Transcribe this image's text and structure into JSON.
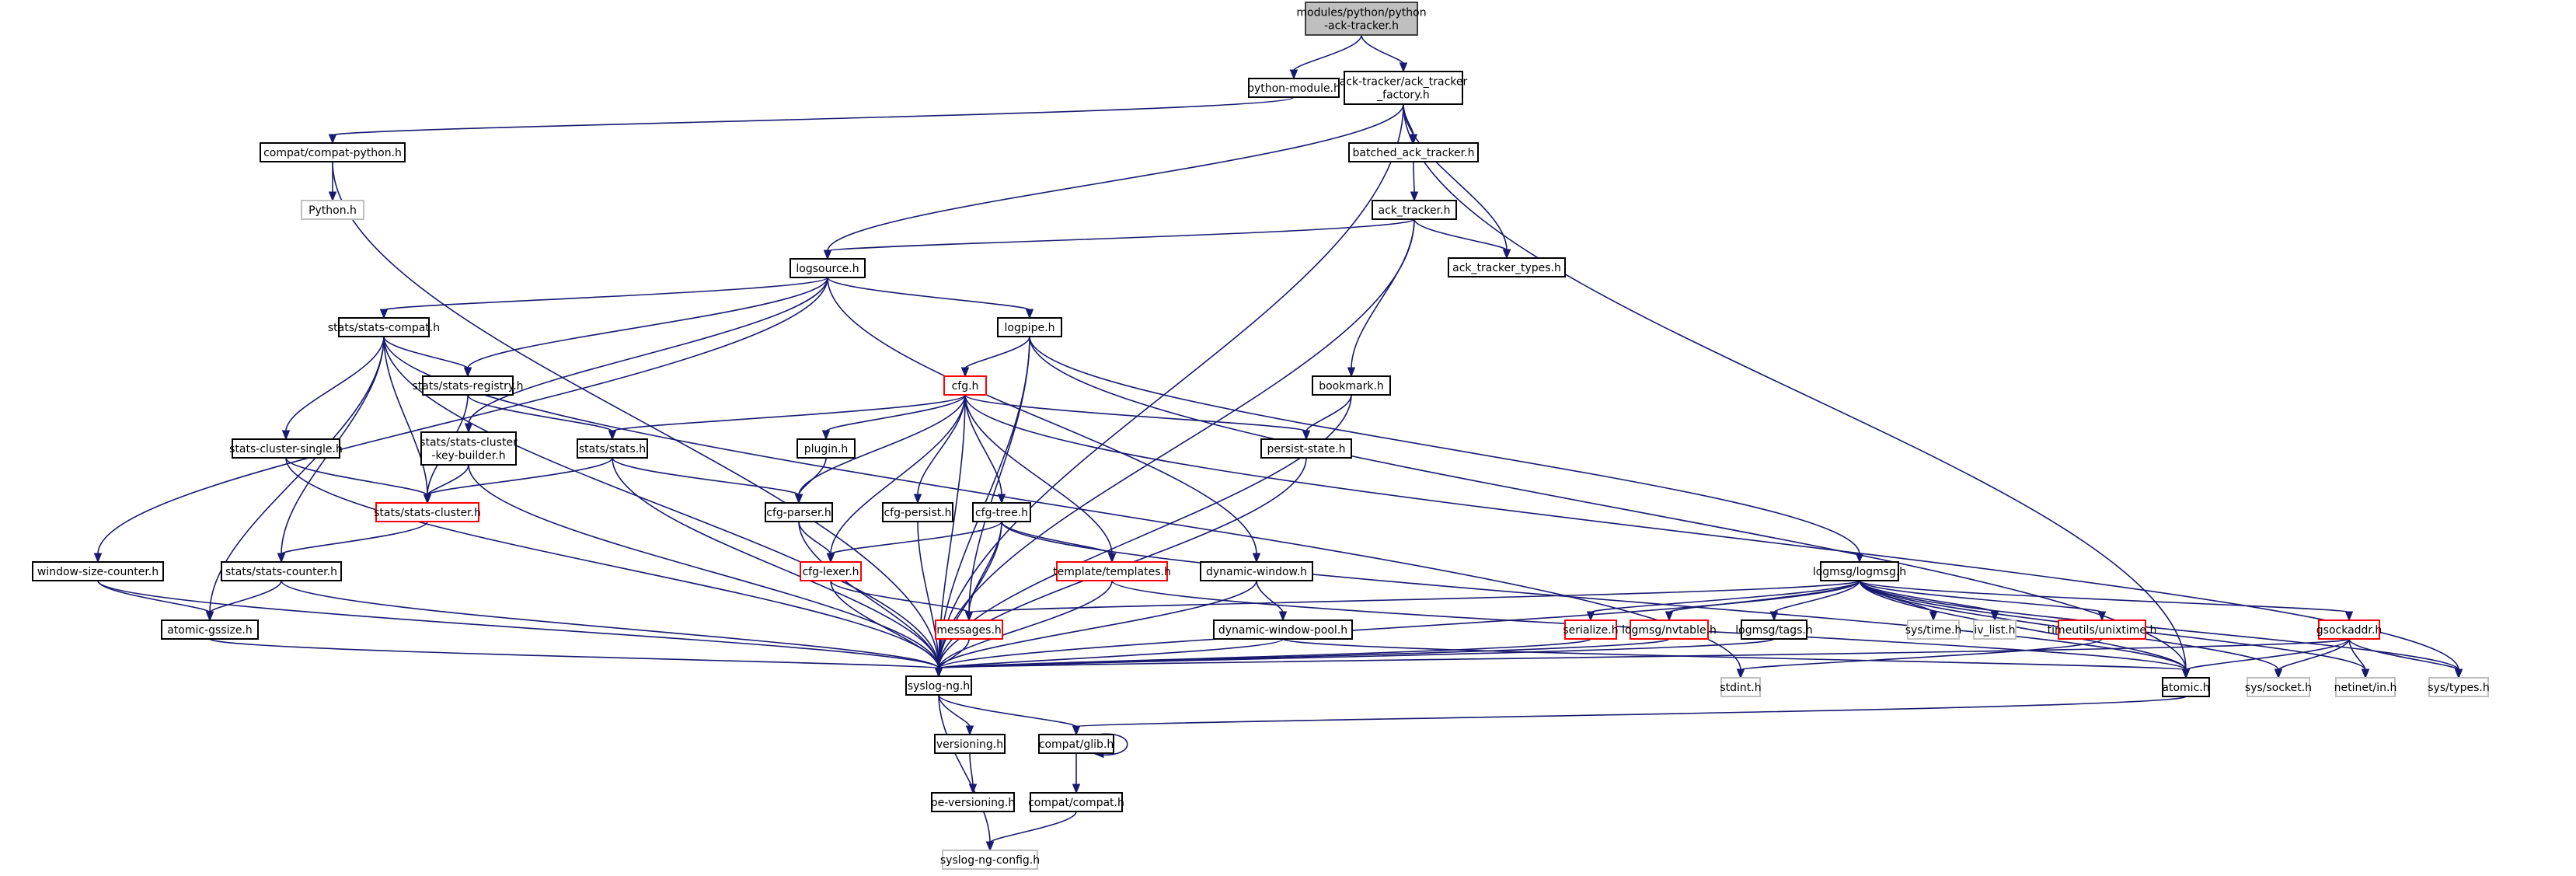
{
  "title": "Include dependency graph for modules/python/python-ack-tracker.h",
  "colors": {
    "edge": "#191970",
    "root_fill": "#bfbfbf",
    "normal_border": "#000000",
    "truncated_border": "#ff0000",
    "external_border": "#bfbfbf",
    "external_text": "#000000"
  },
  "nodes": [
    {
      "id": "root",
      "label": [
        "modules/python/python",
        "-ack-tracker.h"
      ],
      "kind": "root"
    },
    {
      "id": "python_module",
      "label": [
        "python-module.h"
      ],
      "kind": "normal"
    },
    {
      "id": "ack_factory",
      "label": [
        "ack-tracker/ack_tracker",
        "_factory.h"
      ],
      "kind": "normal"
    },
    {
      "id": "compat_python",
      "label": [
        "compat/compat-python.h"
      ],
      "kind": "normal"
    },
    {
      "id": "python_h",
      "label": [
        "Python.h"
      ],
      "kind": "external"
    },
    {
      "id": "batched",
      "label": [
        "batched_ack_tracker.h"
      ],
      "kind": "normal"
    },
    {
      "id": "ack_tracker",
      "label": [
        "ack_tracker.h"
      ],
      "kind": "normal"
    },
    {
      "id": "ack_types",
      "label": [
        "ack_tracker_types.h"
      ],
      "kind": "normal"
    },
    {
      "id": "logsource",
      "label": [
        "logsource.h"
      ],
      "kind": "normal"
    },
    {
      "id": "stats_compat",
      "label": [
        "stats/stats-compat.h"
      ],
      "kind": "normal"
    },
    {
      "id": "logpipe",
      "label": [
        "logpipe.h"
      ],
      "kind": "normal"
    },
    {
      "id": "stats_registry",
      "label": [
        "stats/stats-registry.h"
      ],
      "kind": "normal"
    },
    {
      "id": "cfg",
      "label": [
        "cfg.h"
      ],
      "kind": "truncated"
    },
    {
      "id": "bookmark",
      "label": [
        "bookmark.h"
      ],
      "kind": "normal"
    },
    {
      "id": "stats_cluster_single",
      "label": [
        "stats-cluster-single.h"
      ],
      "kind": "normal"
    },
    {
      "id": "stats_ckb",
      "label": [
        "stats/stats-cluster",
        "-key-builder.h"
      ],
      "kind": "normal"
    },
    {
      "id": "stats_stats",
      "label": [
        "stats/stats.h"
      ],
      "kind": "normal"
    },
    {
      "id": "plugin",
      "label": [
        "plugin.h"
      ],
      "kind": "normal"
    },
    {
      "id": "persist_state",
      "label": [
        "persist-state.h"
      ],
      "kind": "normal"
    },
    {
      "id": "stats_cluster",
      "label": [
        "stats/stats-cluster.h"
      ],
      "kind": "truncated"
    },
    {
      "id": "cfg_parser",
      "label": [
        "cfg-parser.h"
      ],
      "kind": "normal"
    },
    {
      "id": "cfg_persist",
      "label": [
        "cfg-persist.h"
      ],
      "kind": "normal"
    },
    {
      "id": "cfg_tree",
      "label": [
        "cfg-tree.h"
      ],
      "kind": "normal"
    },
    {
      "id": "window_size_counter",
      "label": [
        "window-size-counter.h"
      ],
      "kind": "normal"
    },
    {
      "id": "stats_counter",
      "label": [
        "stats/stats-counter.h"
      ],
      "kind": "normal"
    },
    {
      "id": "cfg_lexer",
      "label": [
        "cfg-lexer.h"
      ],
      "kind": "truncated"
    },
    {
      "id": "templates",
      "label": [
        "template/templates.h"
      ],
      "kind": "truncated"
    },
    {
      "id": "dynamic_window",
      "label": [
        "dynamic-window.h"
      ],
      "kind": "normal"
    },
    {
      "id": "logmsg",
      "label": [
        "logmsg/logmsg.h"
      ],
      "kind": "normal"
    },
    {
      "id": "atomic_gssize",
      "label": [
        "atomic-gssize.h"
      ],
      "kind": "normal"
    },
    {
      "id": "messages",
      "label": [
        "messages.h"
      ],
      "kind": "truncated"
    },
    {
      "id": "dwpool",
      "label": [
        "dynamic-window-pool.h"
      ],
      "kind": "normal"
    },
    {
      "id": "serialize",
      "label": [
        "serialize.h"
      ],
      "kind": "truncated"
    },
    {
      "id": "nvtable",
      "label": [
        "logmsg/nvtable.h"
      ],
      "kind": "truncated"
    },
    {
      "id": "tags",
      "label": [
        "logmsg/tags.h"
      ],
      "kind": "normal"
    },
    {
      "id": "sys_time",
      "label": [
        "sys/time.h"
      ],
      "kind": "external"
    },
    {
      "id": "iv_list",
      "label": [
        "iv_list.h"
      ],
      "kind": "external"
    },
    {
      "id": "unixtime",
      "label": [
        "timeutils/unixtime.h"
      ],
      "kind": "truncated"
    },
    {
      "id": "gsockaddr",
      "label": [
        "gsockaddr.h"
      ],
      "kind": "truncated"
    },
    {
      "id": "syslog_ng",
      "label": [
        "syslog-ng.h"
      ],
      "kind": "normal"
    },
    {
      "id": "stdint",
      "label": [
        "stdint.h"
      ],
      "kind": "external"
    },
    {
      "id": "atomic",
      "label": [
        "atomic.h"
      ],
      "kind": "normal"
    },
    {
      "id": "sys_socket",
      "label": [
        "sys/socket.h"
      ],
      "kind": "external"
    },
    {
      "id": "netinet_in",
      "label": [
        "netinet/in.h"
      ],
      "kind": "external"
    },
    {
      "id": "sys_types",
      "label": [
        "sys/types.h"
      ],
      "kind": "external"
    },
    {
      "id": "versioning",
      "label": [
        "versioning.h"
      ],
      "kind": "normal"
    },
    {
      "id": "compat_glib",
      "label": [
        "compat/glib.h"
      ],
      "kind": "normal"
    },
    {
      "id": "pe_versioning",
      "label": [
        "pe-versioning.h"
      ],
      "kind": "normal"
    },
    {
      "id": "compat_compat",
      "label": [
        "compat/compat.h"
      ],
      "kind": "normal"
    },
    {
      "id": "syslog_ng_config",
      "label": [
        "syslog-ng-config.h"
      ],
      "kind": "external"
    }
  ],
  "edges": [
    [
      "root",
      "python_module"
    ],
    [
      "root",
      "ack_factory"
    ],
    [
      "python_module",
      "compat_python"
    ],
    [
      "compat_python",
      "python_h"
    ],
    [
      "compat_python",
      "syslog_ng"
    ],
    [
      "ack_factory",
      "batched"
    ],
    [
      "ack_factory",
      "ack_types"
    ],
    [
      "ack_factory",
      "logsource"
    ],
    [
      "ack_factory",
      "syslog_ng"
    ],
    [
      "ack_factory",
      "atomic"
    ],
    [
      "batched",
      "ack_tracker"
    ],
    [
      "ack_tracker",
      "ack_types"
    ],
    [
      "ack_tracker",
      "logsource"
    ],
    [
      "ack_tracker",
      "bookmark"
    ],
    [
      "ack_tracker",
      "syslog_ng"
    ],
    [
      "logsource",
      "stats_compat"
    ],
    [
      "logsource",
      "logpipe"
    ],
    [
      "logsource",
      "stats_registry"
    ],
    [
      "logsource",
      "stats_ckb"
    ],
    [
      "logsource",
      "window_size_counter"
    ],
    [
      "logsource",
      "dynamic_window"
    ],
    [
      "stats_compat",
      "stats_registry"
    ],
    [
      "stats_compat",
      "stats_cluster_single"
    ],
    [
      "stats_compat",
      "stats_cluster"
    ],
    [
      "stats_compat",
      "stats_counter"
    ],
    [
      "stats_compat",
      "atomic_gssize"
    ],
    [
      "stats_compat",
      "syslog_ng"
    ],
    [
      "stats_compat",
      "stdint"
    ],
    [
      "stats_registry",
      "stats_stats"
    ],
    [
      "stats_registry",
      "stats_cluster"
    ],
    [
      "stats_cluster_single",
      "stats_cluster"
    ],
    [
      "stats_cluster_single",
      "syslog_ng"
    ],
    [
      "stats_ckb",
      "stats_cluster"
    ],
    [
      "stats_ckb",
      "syslog_ng"
    ],
    [
      "stats_stats",
      "stats_cluster"
    ],
    [
      "stats_stats",
      "cfg_parser"
    ],
    [
      "stats_stats",
      "syslog_ng"
    ],
    [
      "stats_cluster",
      "stats_counter"
    ],
    [
      "stats_counter",
      "atomic_gssize"
    ],
    [
      "stats_counter",
      "syslog_ng"
    ],
    [
      "window_size_counter",
      "atomic_gssize"
    ],
    [
      "window_size_counter",
      "syslog_ng"
    ],
    [
      "atomic_gssize",
      "syslog_ng"
    ],
    [
      "logpipe",
      "cfg"
    ],
    [
      "logpipe",
      "messages"
    ],
    [
      "logpipe",
      "logmsg"
    ],
    [
      "logpipe",
      "syslog_ng"
    ],
    [
      "logpipe",
      "atomic"
    ],
    [
      "cfg",
      "stats_stats"
    ],
    [
      "cfg",
      "plugin"
    ],
    [
      "cfg",
      "persist_state"
    ],
    [
      "cfg",
      "cfg_parser"
    ],
    [
      "cfg",
      "cfg_persist"
    ],
    [
      "cfg",
      "cfg_tree"
    ],
    [
      "cfg",
      "cfg_lexer"
    ],
    [
      "cfg",
      "templates"
    ],
    [
      "cfg",
      "syslog_ng"
    ],
    [
      "cfg",
      "sys_types"
    ],
    [
      "plugin",
      "cfg_parser"
    ],
    [
      "cfg_parser",
      "cfg_lexer"
    ],
    [
      "cfg_parser",
      "syslog_ng"
    ],
    [
      "cfg_persist",
      "syslog_ng"
    ],
    [
      "cfg_tree",
      "cfg_lexer"
    ],
    [
      "cfg_tree",
      "templates"
    ],
    [
      "cfg_tree",
      "messages"
    ],
    [
      "cfg_tree",
      "syslog_ng"
    ],
    [
      "cfg_tree",
      "atomic"
    ],
    [
      "cfg_lexer",
      "messages"
    ],
    [
      "cfg_lexer",
      "syslog_ng"
    ],
    [
      "templates",
      "syslog_ng"
    ],
    [
      "templates",
      "atomic"
    ],
    [
      "bookmark",
      "persist_state"
    ],
    [
      "bookmark",
      "syslog_ng"
    ],
    [
      "persist_state",
      "syslog_ng"
    ],
    [
      "dynamic_window",
      "dwpool"
    ],
    [
      "dynamic_window",
      "syslog_ng"
    ],
    [
      "dwpool",
      "syslog_ng"
    ],
    [
      "dwpool",
      "atomic"
    ],
    [
      "logmsg",
      "messages"
    ],
    [
      "logmsg",
      "serialize"
    ],
    [
      "logmsg",
      "nvtable"
    ],
    [
      "logmsg",
      "tags"
    ],
    [
      "logmsg",
      "sys_time"
    ],
    [
      "logmsg",
      "iv_list"
    ],
    [
      "logmsg",
      "unixtime"
    ],
    [
      "logmsg",
      "gsockaddr"
    ],
    [
      "logmsg",
      "atomic"
    ],
    [
      "logmsg",
      "sys_socket"
    ],
    [
      "logmsg",
      "netinet_in"
    ],
    [
      "logmsg",
      "sys_types"
    ],
    [
      "logmsg",
      "syslog_ng"
    ],
    [
      "serialize",
      "syslog_ng"
    ],
    [
      "nvtable",
      "syslog_ng"
    ],
    [
      "tags",
      "syslog_ng"
    ],
    [
      "unixtime",
      "stdint"
    ],
    [
      "gsockaddr",
      "syslog_ng"
    ],
    [
      "gsockaddr",
      "atomic"
    ],
    [
      "gsockaddr",
      "sys_socket"
    ],
    [
      "gsockaddr",
      "netinet_in"
    ],
    [
      "gsockaddr",
      "sys_types"
    ],
    [
      "messages",
      "syslog_ng"
    ],
    [
      "syslog_ng",
      "versioning"
    ],
    [
      "syslog_ng",
      "compat_glib"
    ],
    [
      "syslog_ng",
      "syslog_ng_config"
    ],
    [
      "versioning",
      "pe_versioning"
    ],
    [
      "compat_glib",
      "compat_glib"
    ],
    [
      "compat_glib",
      "compat_compat"
    ],
    [
      "compat_compat",
      "syslog_ng_config"
    ],
    [
      "atomic",
      "compat_glib"
    ]
  ]
}
